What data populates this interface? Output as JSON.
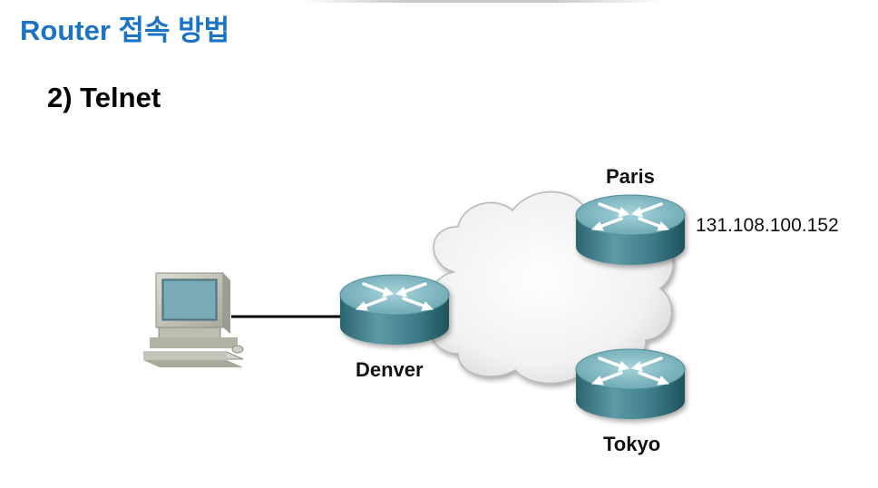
{
  "header": {
    "title": "Router 접속 방법",
    "subtitle": "2) Telnet"
  },
  "diagram": {
    "nodes": {
      "paris": {
        "label": "Paris",
        "ip": "131.108.100.152"
      },
      "denver": {
        "label": "Denver"
      },
      "tokyo": {
        "label": "Tokyo"
      }
    },
    "colors": {
      "title": "#1a73c4",
      "router_top": "#7fb8c2",
      "router_side": "#2f6f7b",
      "cloud": "#f4f4f4",
      "cable": "#000000",
      "pc_body": "#c9c9bf"
    },
    "icons": [
      "workstation-icon",
      "router-icon",
      "cloud-icon"
    ]
  }
}
